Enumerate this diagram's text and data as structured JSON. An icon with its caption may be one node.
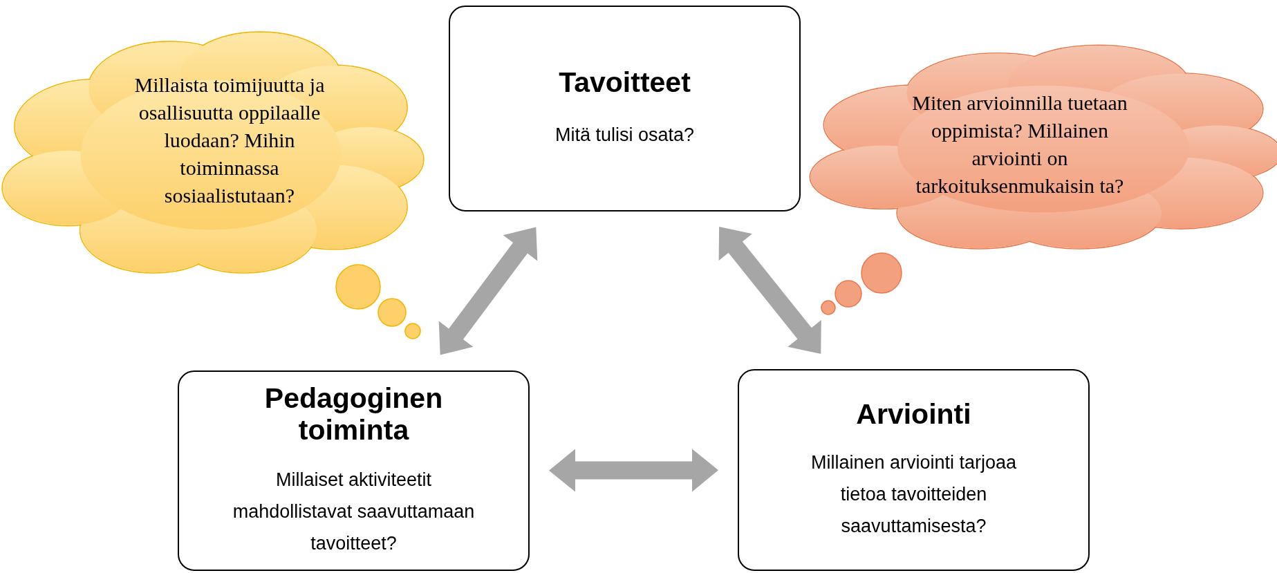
{
  "diagram": {
    "nodes": [
      {
        "text": [
          "Millaista toimijuutta ja osallisuutta oppilaalle luodaan? Mihin toiminnassa sosiaalistutaan?"
        ]
      },
      {
        "text": [
          "Tavoitteet",
          "Mitä tulisi osata?"
        ]
      },
      {
        "text": [
          "Miten arvioinnilla tuetaan oppimista? Millainen arviointi on tarkoituksenmukaisin ta?"
        ]
      },
      {
        "text": [
          "Pedagoginen toiminta",
          "Millaiset aktiviteetit mahdollistavat saavuttamaan tavoitteet?"
        ]
      },
      {
        "text": [
          "Arviointi",
          "Millainen arviointi tarjoaa tietoa tavoitteiden saavuttamisesta?"
        ]
      }
    ],
    "edges": [
      {
        "from": 1,
        "to": 3,
        "arrow": "both"
      },
      {
        "from": 1,
        "to": 4,
        "arrow": "both"
      },
      {
        "from": 3,
        "to": 4,
        "arrow": "both"
      }
    ]
  }
}
